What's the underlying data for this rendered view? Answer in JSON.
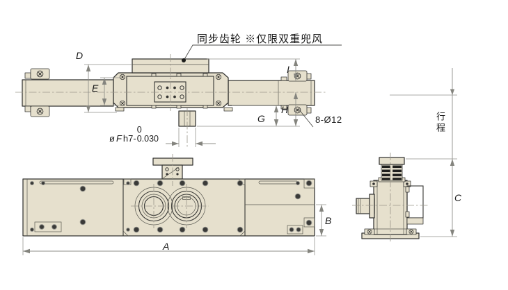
{
  "labels": {
    "sync_gear_note": "同步齿轮 ※仅限双重兜风",
    "holes_note": "8-Ø12",
    "stroke_label": "行程",
    "shaft_fit": {
      "symbol": "ø",
      "letter": "F",
      "fit": "h7-",
      "tol_upper": "0",
      "tol_lower": "0.030"
    }
  },
  "dimensions": {
    "a": "A",
    "b": "B",
    "c": "C",
    "d": "D",
    "e": "E",
    "g": "G",
    "h": "H",
    "i": "I"
  },
  "colors": {
    "background": "#ffffff",
    "body_fill": "#e6e0cd",
    "outline": "#343432",
    "dim_line": "#8f8f8a",
    "centerline": "#9a968a",
    "dark_band": "#1f1f1e",
    "text": "#1b1b1b"
  }
}
